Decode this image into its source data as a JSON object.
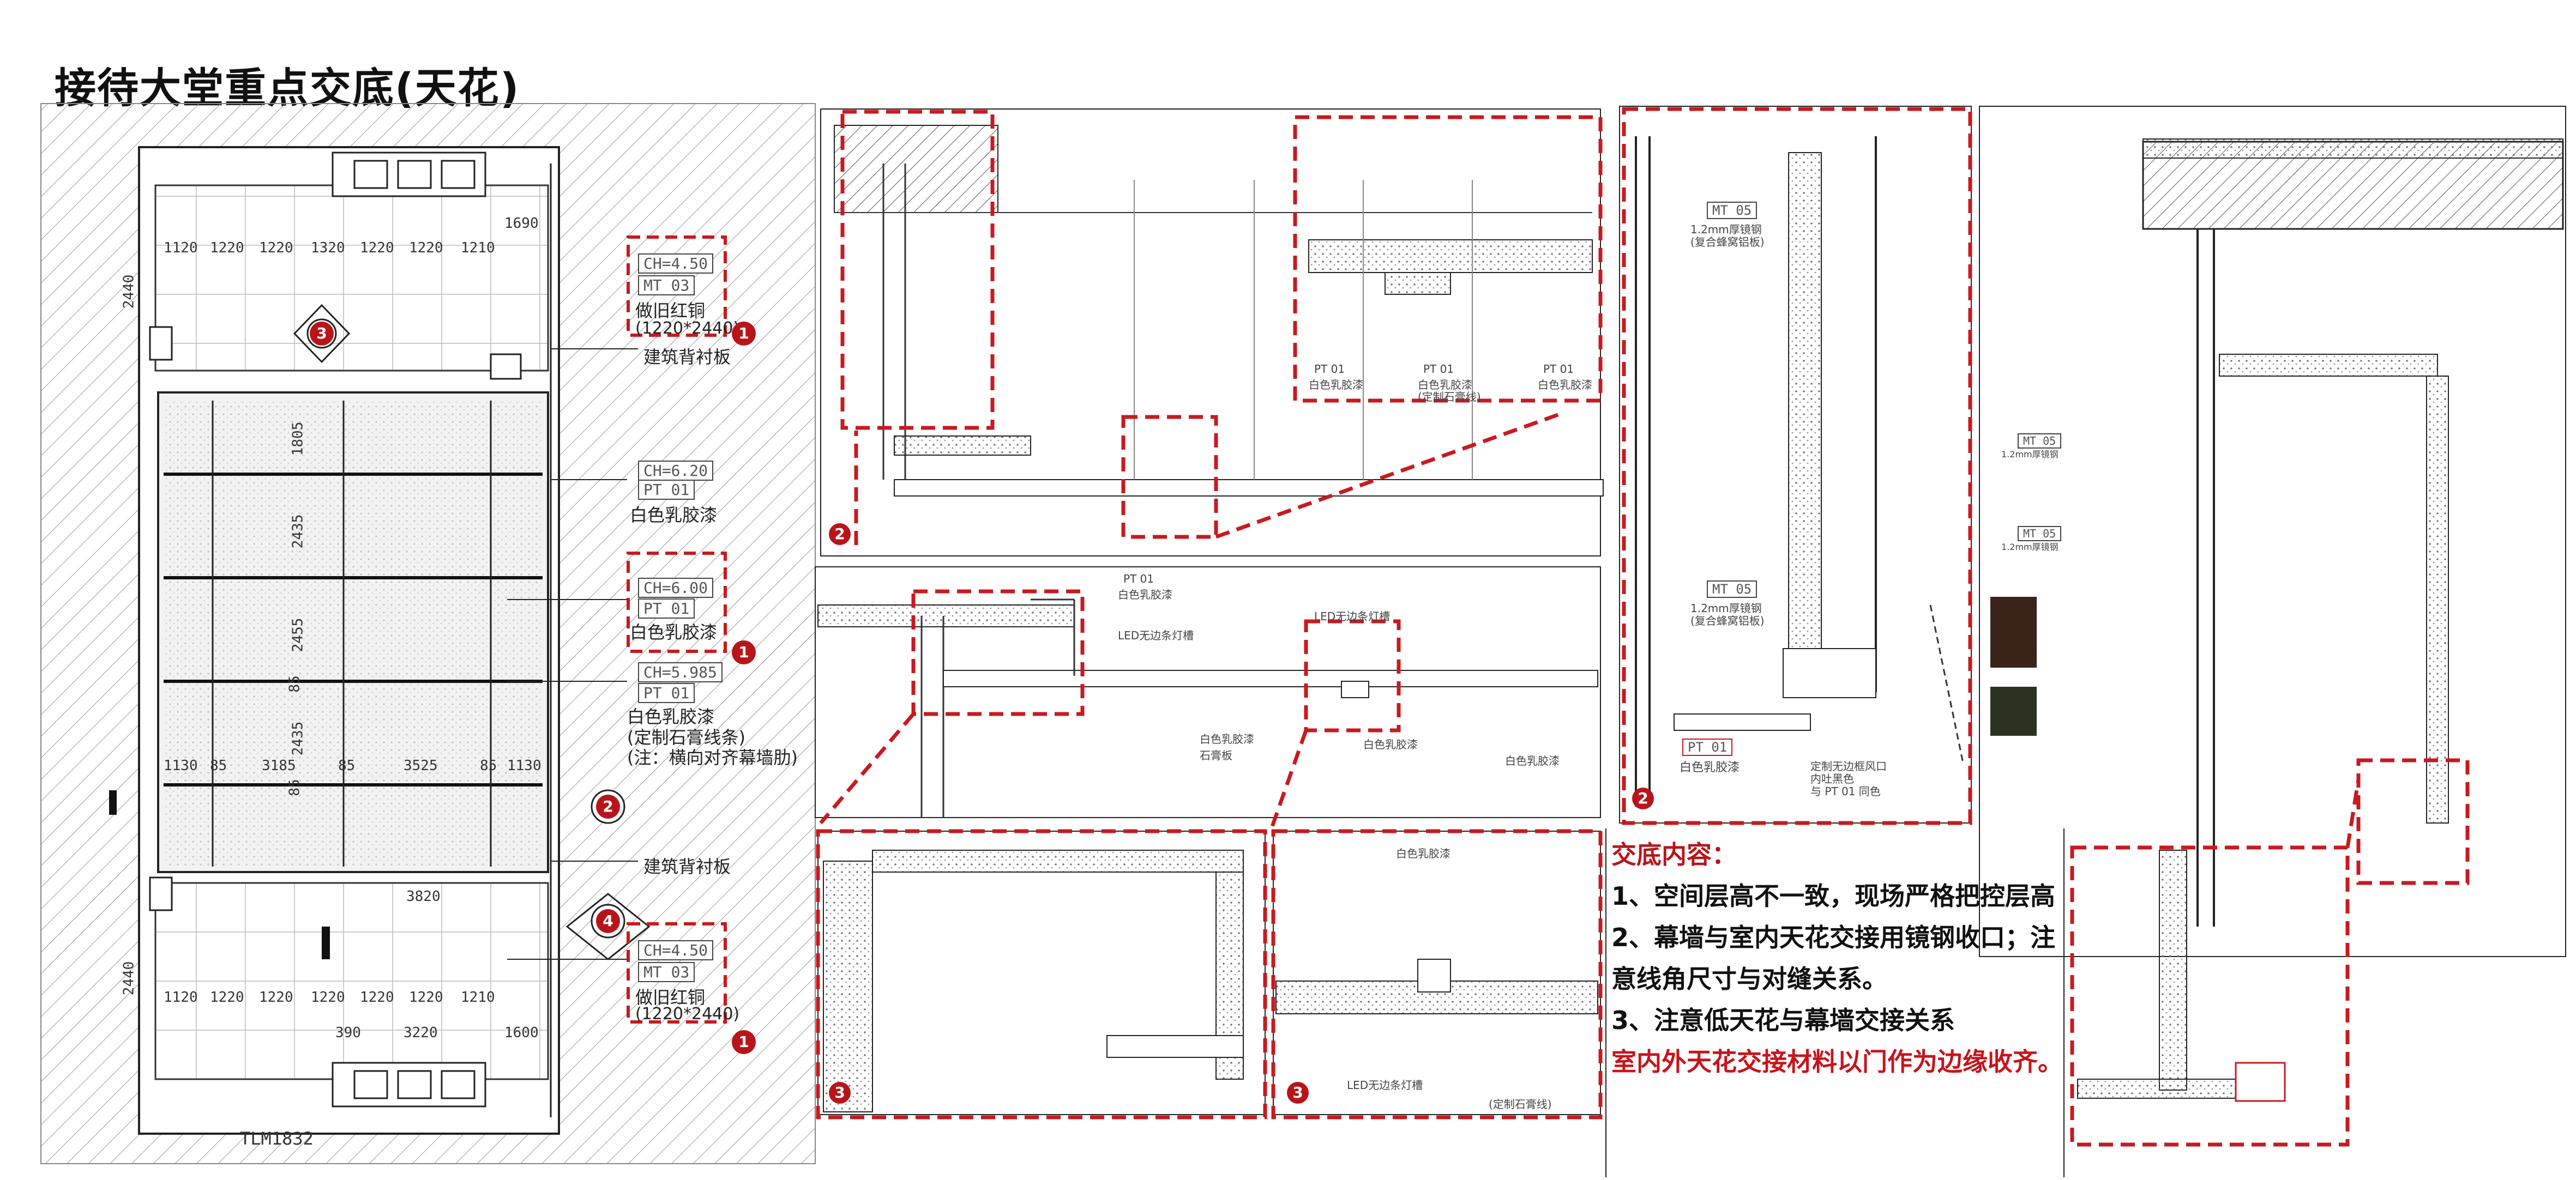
{
  "title": "接待大堂重点交底(天花)",
  "colors": {
    "accent": "#b8151b",
    "line": "#222222",
    "dash": "#c81a1f"
  },
  "plan": {
    "top_block": {
      "ch": "CH=4.50",
      "mt": "MT 03",
      "material": "做旧红铜",
      "size": "(1220*2440)",
      "marker": "1",
      "backing": "建筑背衬板",
      "dims": [
        "1120",
        "1220",
        "1220",
        "1320",
        "1220",
        "1220",
        "1210"
      ],
      "dim_right": "1690",
      "dim_left": "2440"
    },
    "mid_block": {
      "ch": "CH=6.20",
      "pt": "PT 01",
      "material": "白色乳胶漆",
      "dims_v": [
        "1805",
        "2435",
        "2455",
        "85",
        "2435",
        "85"
      ]
    },
    "mid_block2": {
      "ch": "CH=6.00",
      "pt": "PT 01",
      "material": "白色乳胶漆",
      "marker": "1"
    },
    "mid_block3": {
      "ch": "CH=5.985",
      "pt": "PT 01",
      "material": "白色乳胶漆",
      "line2": "(定制石膏线条)",
      "line3": "(注：横向对齐幕墙肋)",
      "dims": [
        "1130",
        "85",
        "3185",
        "85",
        "3525",
        "85",
        "1130"
      ],
      "backing": "建筑背衬板",
      "marker": "2"
    },
    "bottom_block": {
      "ch": "CH=4.50",
      "mt": "MT 03",
      "material": "做旧红铜",
      "size": "(1220*2440)",
      "marker": "1",
      "dims": [
        "1120",
        "1220",
        "1220",
        "1220",
        "1220",
        "1220",
        "1210"
      ],
      "dims2": [
        "390",
        "3220",
        "1600"
      ],
      "dim_left": "2440",
      "center_dim": "3820",
      "tag": "TLM1832",
      "marker4": "4",
      "marker3": "3"
    }
  },
  "detail_labels": {
    "pt01": "PT 01",
    "white_latex": "白色乳胶漆",
    "gypsum": "(定制石膏线)",
    "led": "LED无边条灯槽",
    "mt05": "MT 05",
    "steel": "1.2mm厚镜钢",
    "steel_sub": "(复合蜂窝铝板)",
    "vent": "定制无边框风口",
    "vent2": "内吐黑色",
    "same_color": "与 PT 01 同色",
    "stone": "石膏板"
  },
  "markers": {
    "m2": "2",
    "m3": "3"
  },
  "notes": {
    "heading": "交底内容：",
    "item1": "1、空间层高不一致，现场严格把控层高",
    "item2": "2、幕墙与室内天花交接用镜钢收口；注意线角尺寸与对缝关系。",
    "item3": "3、注意低天花与幕墙交接关系",
    "item4": "室内外天花交接材料以门作为边缘收齐。"
  }
}
